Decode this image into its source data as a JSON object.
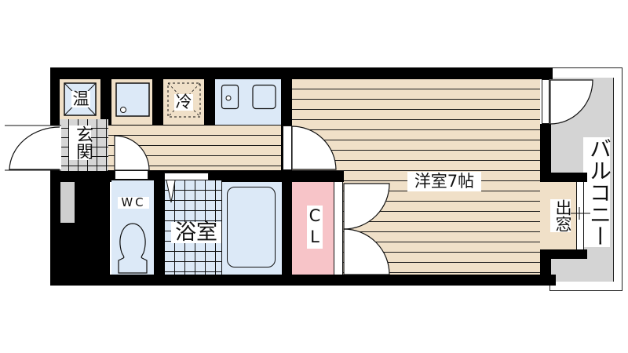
{
  "floor_plan": {
    "rooms": {
      "western_room": "洋室7帖",
      "bathroom": "浴室",
      "toilet": "WC",
      "entrance": "玄関",
      "closet": "CL",
      "balcony": "バルコニー",
      "bay_window": "出窓"
    },
    "fixtures": {
      "water_heater": "温",
      "refrigerator": "冷"
    },
    "colors": {
      "wall": "#000000",
      "flooring": "#f0e0c8",
      "wet_area": "#dce9f7",
      "closet": "#f7c4c8",
      "balcony": "#d4d4d4",
      "entrance": "#d6d6d6"
    }
  }
}
